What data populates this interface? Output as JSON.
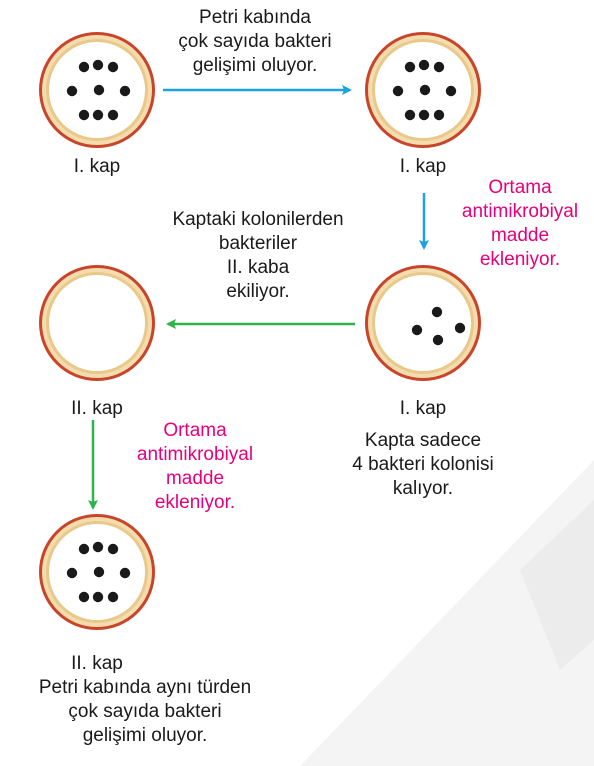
{
  "colors": {
    "blue_arrow": "#1aa3e0",
    "green_arrow": "#2fb44a",
    "pink_text": "#e6007e",
    "dish_rim": "#c8442a",
    "dish_inner_ring": "#e9c98a",
    "colony": "#1a1a1a"
  },
  "dishes": [
    {
      "id": "dish1",
      "label": "I. kap",
      "colonies": 9
    },
    {
      "id": "dish2",
      "label": "I. kap",
      "colonies": 9
    },
    {
      "id": "dish3",
      "label": "I. kap",
      "colonies": 4
    },
    {
      "id": "dish4",
      "label": "II. kap",
      "colonies": 0
    },
    {
      "id": "dish5",
      "label": "II. kap",
      "colonies": 9
    }
  ],
  "arrows": [
    {
      "id": "a1",
      "color": "blue",
      "direction": "right"
    },
    {
      "id": "a2",
      "color": "blue",
      "direction": "down"
    },
    {
      "id": "a3",
      "color": "green",
      "direction": "left"
    },
    {
      "id": "a4",
      "color": "green",
      "direction": "down"
    }
  ],
  "texts": {
    "step1": [
      "Petri kabında",
      "çok sayıda bakteri",
      "gelişimi oluyor."
    ],
    "step2": [
      "Ortama",
      "antimikrobiyal",
      "madde",
      "ekleniyor."
    ],
    "step3": [
      "Kaptaki kolonilerden",
      "bakteriler",
      "II. kaba",
      "ekiliyor."
    ],
    "note3": [
      "Kapta sadece",
      "4 bakteri kolonisi",
      "kalıyor."
    ],
    "step4": [
      "Ortama",
      "antimikrobiyal",
      "madde",
      "ekleniyor."
    ],
    "final": [
      "Petri kabında aynı türden",
      "çok sayıda bakteri",
      "gelişimi oluyor."
    ]
  }
}
